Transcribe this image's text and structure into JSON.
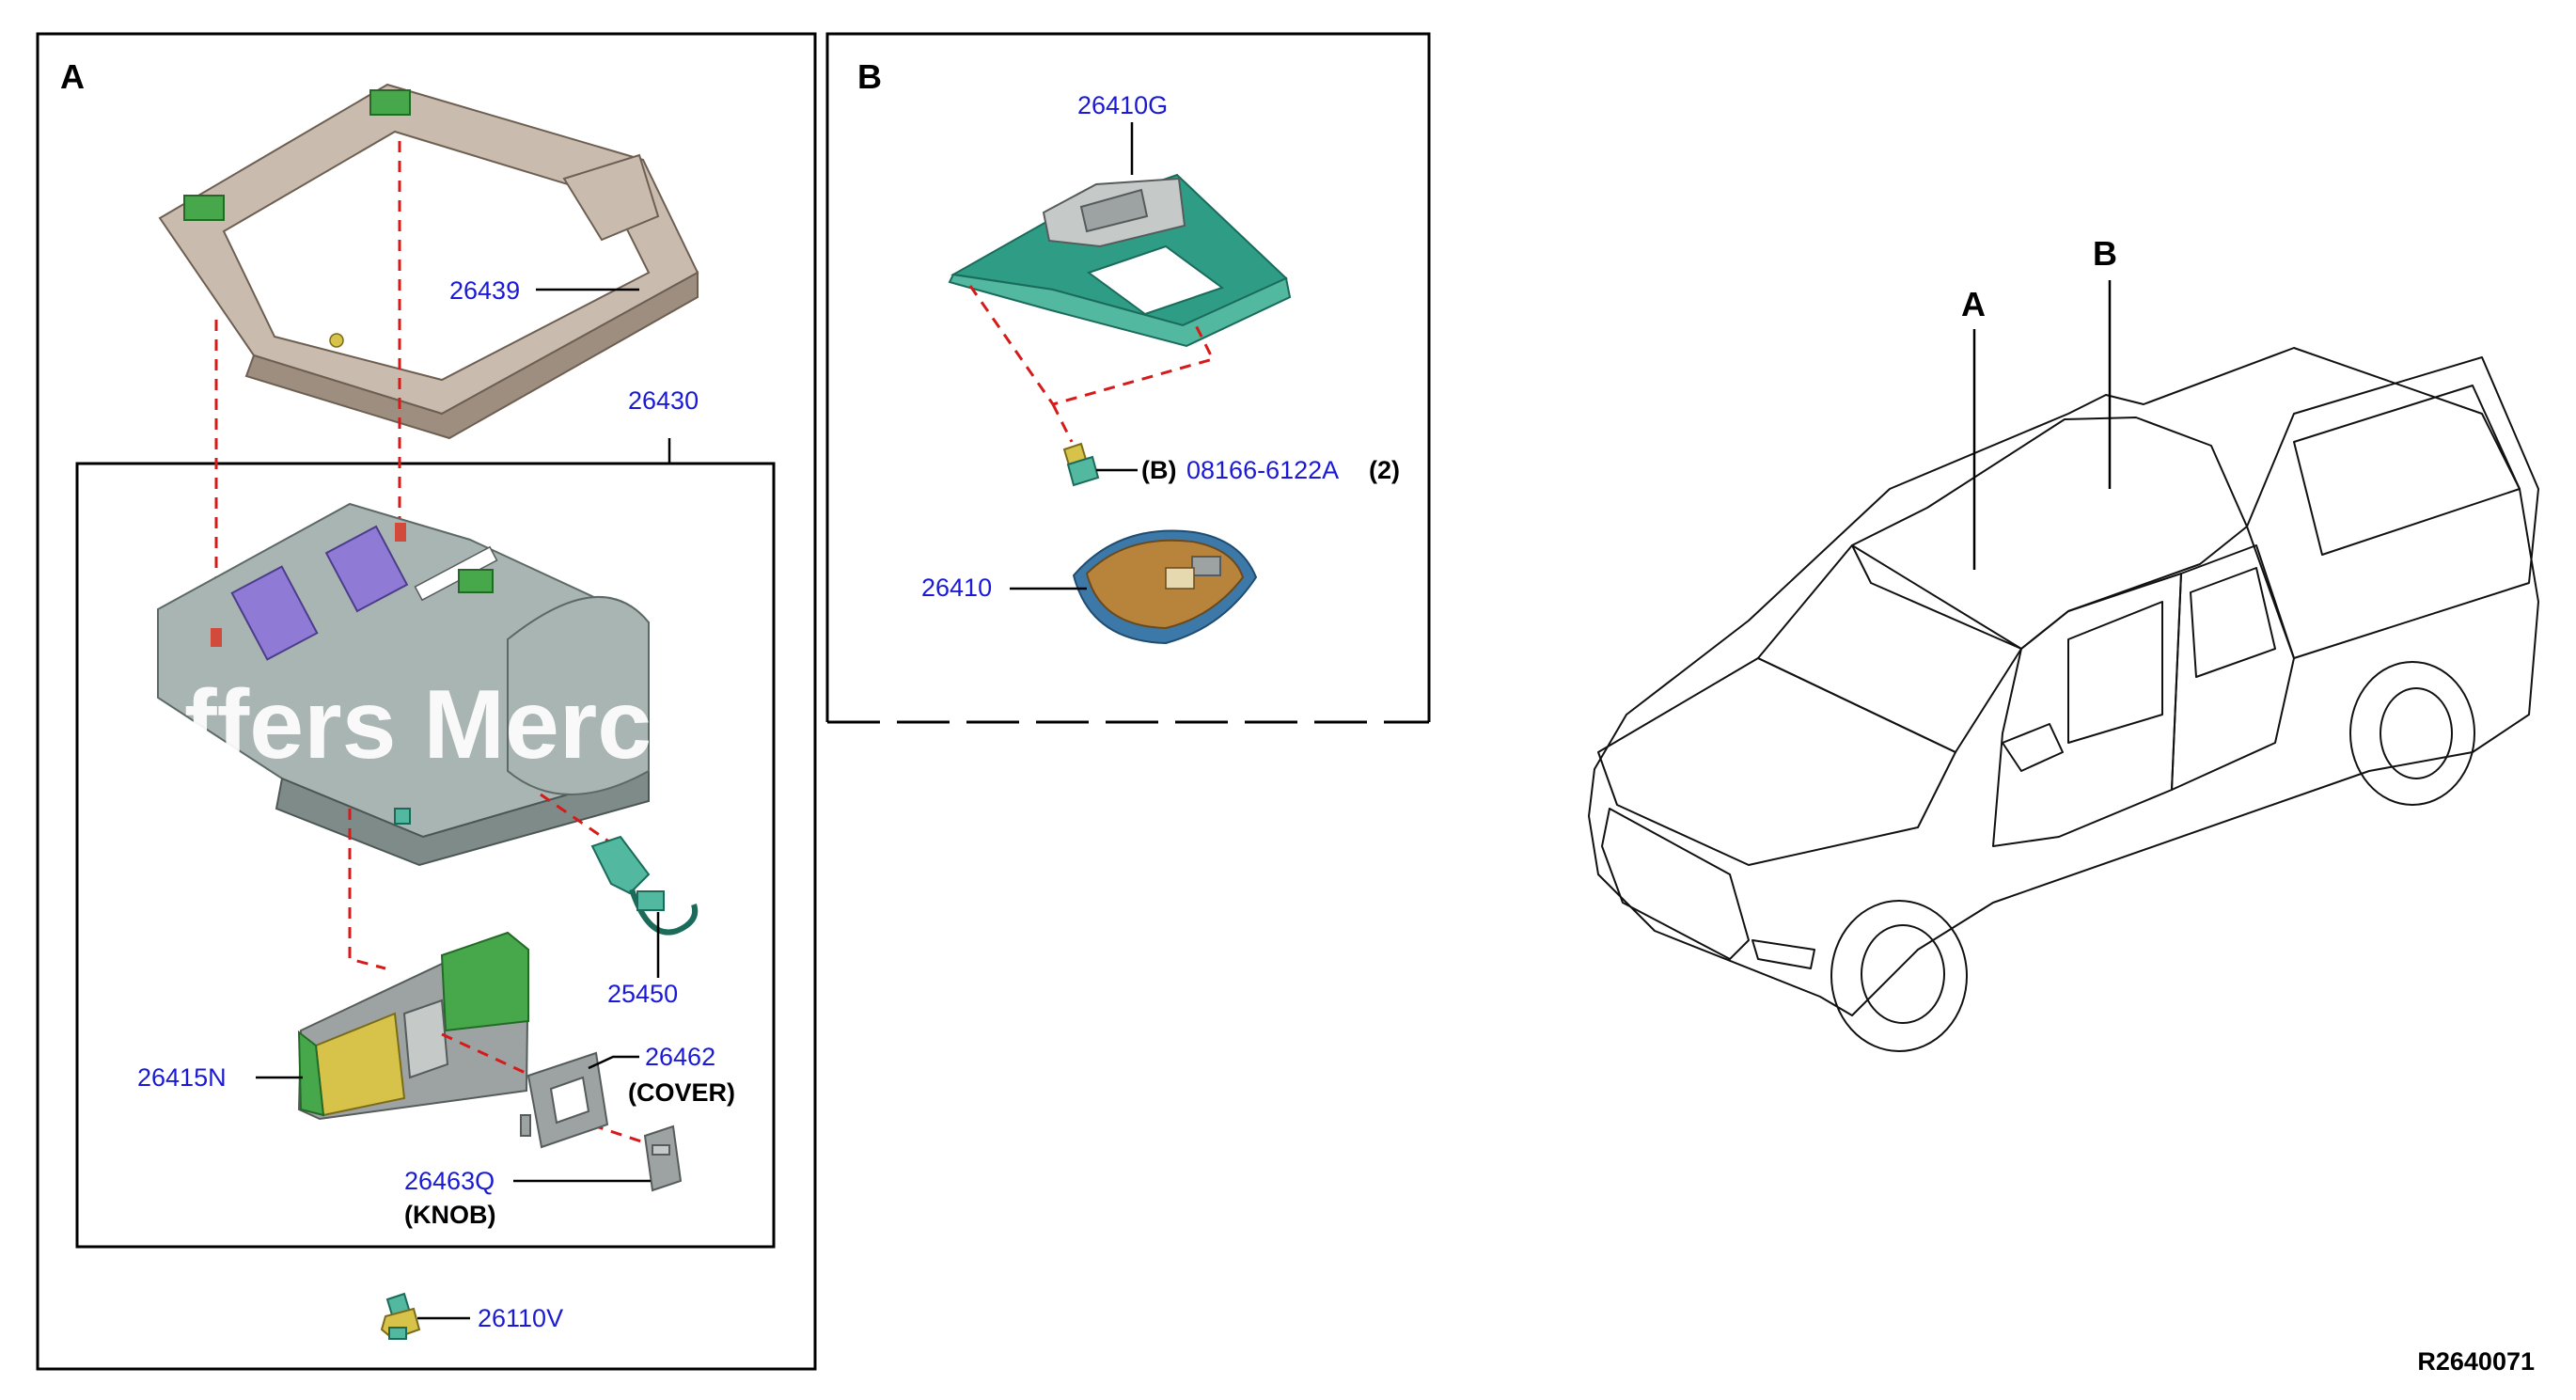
{
  "panels": {
    "a": {
      "letter": "A"
    },
    "b": {
      "letter": "B"
    }
  },
  "parts_a": {
    "frame": "26439",
    "assembly": "26430",
    "harness": "25450",
    "lens": "26415N",
    "cover_number": "26462",
    "cover_note": "(COVER)",
    "knob_number": "26463Q",
    "knob_note": "(KNOB)",
    "clip": "26110V"
  },
  "parts_b": {
    "base": "26410G",
    "bolt_prefix": "(B)",
    "bolt_number": "08166-6122A",
    "bolt_qty": "(2)",
    "lamp": "26410"
  },
  "vehicle": {
    "label_a": "A",
    "label_b": "B"
  },
  "diagram_code": "R2640071",
  "watermark_text": "ffers Merc",
  "colors": {
    "part_number": "#1a1ad6",
    "guide_line": "#d61a1a"
  }
}
